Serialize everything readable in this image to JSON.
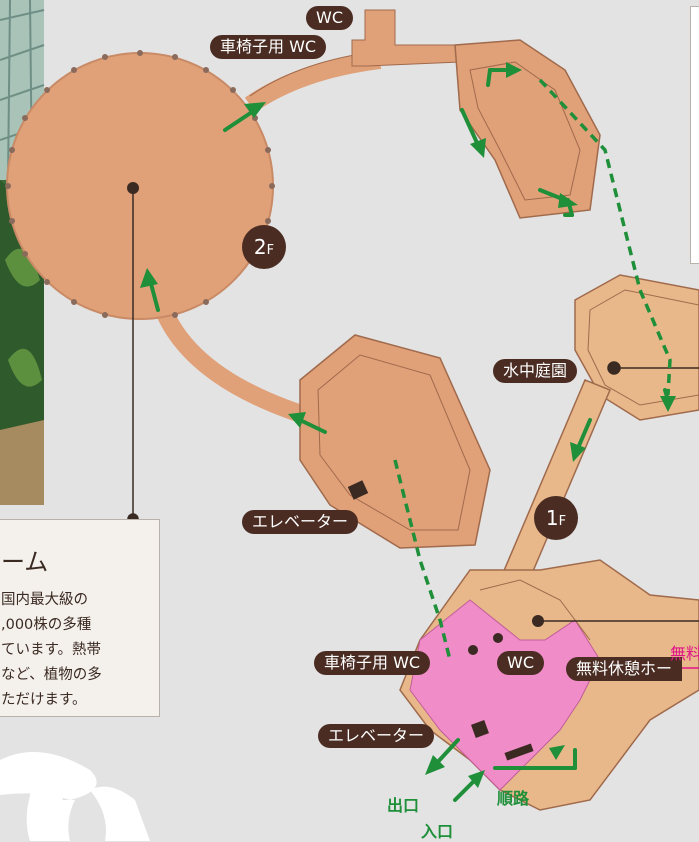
{
  "colors": {
    "background": "#e3e3e3",
    "floor2_fill": "#e0a078",
    "floor1_fill": "#e8b88a",
    "restarea_fill": "#f08cc8",
    "route_green": "#1f8f3a",
    "label_dark": "#4a2c22",
    "highlight_pink": "#e0158a"
  },
  "floors": {
    "second": {
      "main": "2",
      "suffix": "F"
    },
    "first": {
      "main": "1",
      "suffix": "F"
    }
  },
  "labels": {
    "wc_top": "WC",
    "wheelchair_wc_top": "車椅子用 WC",
    "underwater_garden": "水中庭園",
    "elevator_2f": "エレベーター",
    "wheelchair_wc_1f": "車椅子用 WC",
    "wc_1f": "WC",
    "elevator_1f": "エレベーター",
    "free_rest_hall": "無料休憩ホー",
    "free_pink": "無料"
  },
  "route_labels": {
    "exit": "出口",
    "entrance": "入口",
    "route": "順路"
  },
  "info_box": {
    "title": "ーム",
    "body": "国内最大級の\n,000株の多種\nています。熱帯\nなど、植物の多\nただけます。"
  },
  "icons": [
    "arrow-icon",
    "elevator-icon",
    "wc-dot-icon"
  ]
}
